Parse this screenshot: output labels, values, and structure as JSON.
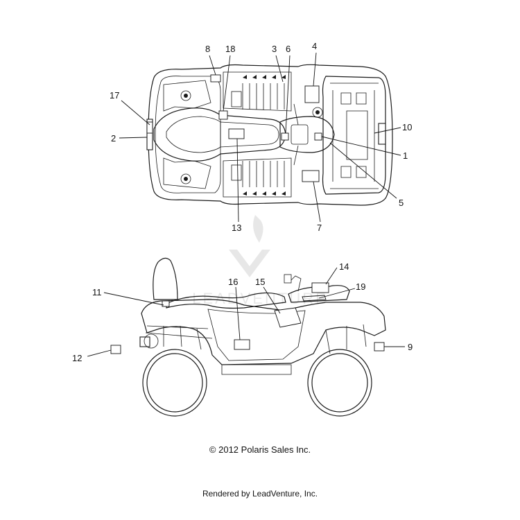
{
  "callouts": {
    "c1": "1",
    "c2": "2",
    "c3": "3",
    "c4": "4",
    "c5": "5",
    "c6": "6",
    "c7": "7",
    "c8": "8",
    "c9": "9",
    "c10": "10",
    "c11": "11",
    "c12": "12",
    "c13": "13",
    "c14": "14",
    "c15": "15",
    "c16": "16",
    "c17": "17",
    "c18": "18",
    "c19": "19"
  },
  "watermark": {
    "text": "LEADVENTURE"
  },
  "footer": {
    "copyright": "© 2012 Polaris Sales Inc.",
    "rendered_by": "Rendered by LeadVenture, Inc."
  }
}
